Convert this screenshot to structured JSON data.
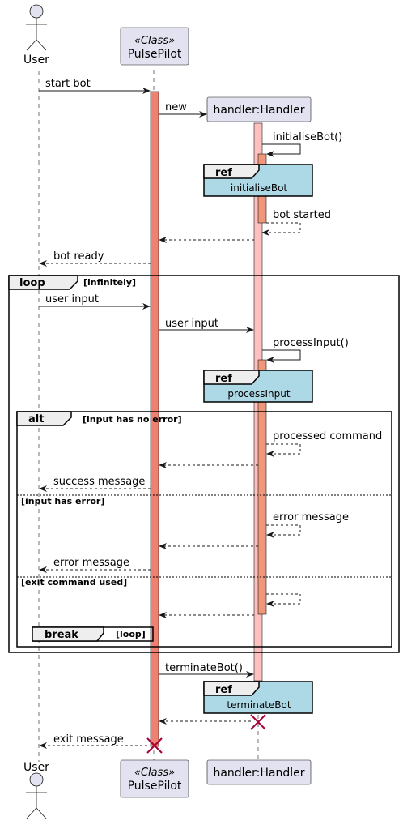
{
  "participants": {
    "user": "User",
    "pulsepilot_stereotype": "«Class»",
    "pulsepilot": "PulsePilot",
    "handler": "handler:Handler"
  },
  "messages": {
    "start_bot": "start bot",
    "new": "new",
    "initialise_bot_call": "initialiseBot()",
    "bot_started": "bot started",
    "bot_ready": "bot ready",
    "user_input_1": "user input",
    "user_input_2": "user input",
    "process_input_call": "processInput()",
    "processed_command": "processed command",
    "success_message": "success message",
    "error_message_return": "error message",
    "error_message_user": "error message",
    "terminate_bot_call": "terminateBot()",
    "exit_message": "exit message"
  },
  "refs": {
    "keyword": "ref",
    "initialise": "initialiseBot",
    "process": "processInput",
    "terminate": "terminateBot"
  },
  "fragments": {
    "loop_keyword": "loop",
    "loop_guard": "[infinitely]",
    "alt_keyword": "alt",
    "alt_guard": "[input has no error]",
    "alt_else_1": "[input has error]",
    "alt_else_2": "[exit command used]",
    "break_keyword": "break",
    "break_guard": "[loop]"
  },
  "colors": {
    "participant_fill": "#e2e2f0",
    "pulsepilot_activation": "#f08070",
    "handler_activation": "#ffc0c0",
    "handler_inner_activation": "#f0967a",
    "ref_fill": "#add8e6",
    "destroy": "#a80036"
  }
}
